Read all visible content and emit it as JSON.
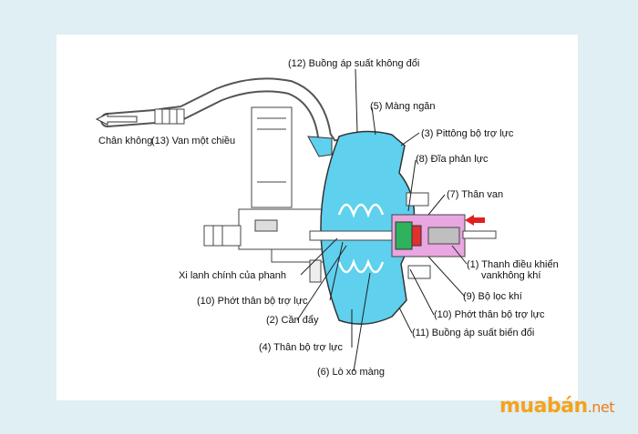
{
  "labels": {
    "vacuum": "Chân không",
    "check_valve": "(13) Van một chiều",
    "constant_chamber": "(12) Buồng áp suất không đổi",
    "diaphragm": "(5) Màng ngăn",
    "booster_piston": "(3) Pittông bộ trợ lực",
    "reaction_disc": "(8) Đĩa phản lực",
    "valve_body": "(7) Thân van",
    "control_rod": "(1) Thanh điều khiển",
    "air_valve": "vankhông khí",
    "air_filter": "(9) Bộ lọc khí",
    "seal_right": "(10) Phớt thân bộ trợ lực",
    "variable_chamber": "(11) Buồng áp suất biến đổi",
    "master_cylinder": "Xi lanh chính của phanh",
    "seal_left": "(10) Phớt thân bộ trợ lực",
    "push_rod": "(2) Cần đẩy",
    "booster_body": "(4) Thân bộ trợ lực",
    "diaphragm_spring": "(6) Lò xo màng"
  },
  "watermark": {
    "brand": "muabán",
    "suffix": ".net"
  },
  "colors": {
    "background": "#dfeff3",
    "booster_fill": "#5fd0ee",
    "valve_fill": "#e9a6e0",
    "arrow": "#e02020",
    "watermark": "#f5a21e"
  }
}
